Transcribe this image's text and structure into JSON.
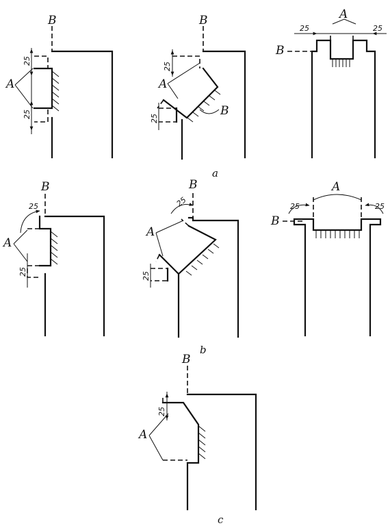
{
  "labels": {
    "a": "A",
    "b": "B"
  },
  "dimension": "25",
  "captions": {
    "a": "a",
    "b": "b",
    "c": "c"
  }
}
